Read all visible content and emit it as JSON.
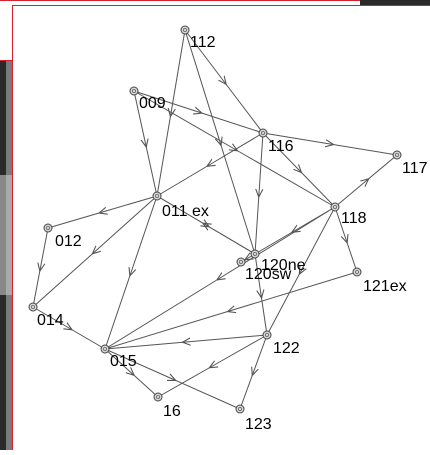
{
  "colors": {
    "background": "#ffffff",
    "frame": "#d81f2f",
    "edge": "#555555",
    "node_fill": "#d8d8d8",
    "photo_dark": "#2a2a2a",
    "photo_mid": "#7a7a7a",
    "photo_light": "#c8c8c8"
  },
  "nodes": [
    {
      "id": "112",
      "label": "112"
    },
    {
      "id": "009",
      "label": "009"
    },
    {
      "id": "116",
      "label": "116"
    },
    {
      "id": "117",
      "label": "117"
    },
    {
      "id": "011ex",
      "label": "011 ex"
    },
    {
      "id": "012",
      "label": "012"
    },
    {
      "id": "118",
      "label": "118"
    },
    {
      "id": "120ne",
      "label": "120ne"
    },
    {
      "id": "120sw",
      "label": "120sw"
    },
    {
      "id": "121ex",
      "label": "121ex"
    },
    {
      "id": "014",
      "label": "014"
    },
    {
      "id": "122",
      "label": "122"
    },
    {
      "id": "015",
      "label": "015"
    },
    {
      "id": "16",
      "label": "16"
    },
    {
      "id": "123",
      "label": "123"
    }
  ],
  "edges": [
    [
      "112",
      "011ex"
    ],
    [
      "112",
      "116"
    ],
    [
      "112",
      "120ne"
    ],
    [
      "009",
      "116"
    ],
    [
      "009",
      "011ex"
    ],
    [
      "009",
      "118"
    ],
    [
      "116",
      "117"
    ],
    [
      "116",
      "120ne"
    ],
    [
      "116",
      "011ex"
    ],
    [
      "116",
      "118"
    ],
    [
      "011ex",
      "012"
    ],
    [
      "011ex",
      "120ne"
    ],
    [
      "011ex",
      "015"
    ],
    [
      "011ex",
      "014"
    ],
    [
      "118",
      "117"
    ],
    [
      "118",
      "120ne"
    ],
    [
      "118",
      "121ex"
    ],
    [
      "118",
      "122"
    ],
    [
      "118",
      "015"
    ],
    [
      "120ne",
      "120sw"
    ],
    [
      "120ne",
      "122"
    ],
    [
      "120ne",
      "011ex"
    ],
    [
      "121ex",
      "015"
    ],
    [
      "012",
      "014"
    ],
    [
      "014",
      "015"
    ],
    [
      "122",
      "015"
    ],
    [
      "122",
      "16"
    ],
    [
      "122",
      "123"
    ],
    [
      "015",
      "16"
    ],
    [
      "015",
      "123"
    ]
  ]
}
